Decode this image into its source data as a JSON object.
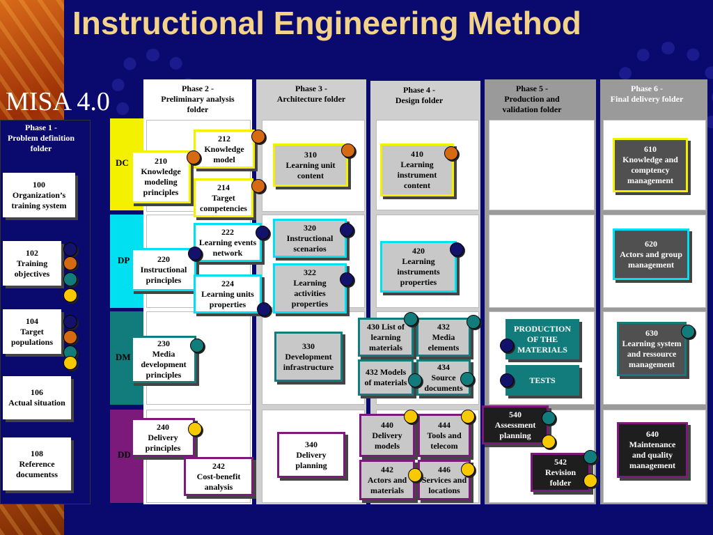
{
  "title": "Instructional Engineering Method",
  "subtitle": "MISA 4.0",
  "colors": {
    "DC": "#f3f000",
    "DP": "#00e0f0",
    "DM": "#127c7c",
    "DD": "#7b1a7b",
    "dot_navy": "#12126a",
    "dot_orange": "#d56a12",
    "dot_teal": "#127c7c",
    "dot_yellow": "#f8c800"
  },
  "phases": {
    "p1": "Phase 1 -\nProblem definition\nfolder",
    "p2": "Phase 2  -\nPreliminary analysis\nfolder",
    "p3": "Phase 3 -\nArchitecture folder",
    "p4": "Phase 4 -\nDesign folder",
    "p5": "Phase 5 -\nProduction and\nvalidation folder",
    "p6": "Phase 6 -\nFinal delivery folder"
  },
  "bands": {
    "DC": "DC",
    "DP": "DP",
    "DM": "DM",
    "DD": "DD"
  },
  "phase1_items": {
    "i100": "100\nOrganization’s\ntraining system",
    "i102": "102\nTraining\nobjectives",
    "i104": "104\nTarget\npopulations",
    "i106": "106\nActual situation",
    "i108": "108\nReference\ndocumentss"
  },
  "items": {
    "i210": "210\nKnowledge\nmodeling\nprinciples",
    "i212": "212\nKnowledge\nmodel",
    "i214": "214\nTarget\ncompetencies",
    "i220": "220\nInstructional\nprinciples",
    "i222": "222\nLearning events\nnetwork",
    "i224": "224\nLearning units\nproperties",
    "i230": "230\nMedia\ndevelopment\nprinciples",
    "i240": "240\nDelivery\nprinciples",
    "i242": "242\nCost-benefit\nanalysis",
    "i310": "310\nLearning unit\ncontent",
    "i320": "320\nInstructional\nscenarios",
    "i322": "322\nLearning\nactivities\nproperties",
    "i330": "330\nDevelopment\ninfrastructure",
    "i340": "340\nDelivery\nplanning",
    "i410": "410\nLearning\ninstrument\ncontent",
    "i420": "420\nLearning\ninstruments\nproperties",
    "i430": "430 List of\nlearning\nmaterials",
    "i432a": "432\nMedia\nelements",
    "i432b": "432 Models\nof materials",
    "i434": "434\nSource\ndocuments",
    "i440": "440\nDelivery\nmodels",
    "i444": "444\nTools and\ntelecom",
    "i442": "442\nActors and\nmaterials",
    "i446": "446\nServices and\nlocations",
    "production": "PRODUCTION\nOF THE\nMATERIALS",
    "tests": "TESTS",
    "i540": "540\nAssessment\nplanning",
    "i542": "542\nRevision\nfolder",
    "i610": "610\nKnowledge and\ncomptency\nmanagement",
    "i620": "620\nActors and group\nmanagement",
    "i630": "630\nLearning system\nand ressource\nmanagement",
    "i640": "640\nMaintenance\nand quality\nmanagement"
  }
}
